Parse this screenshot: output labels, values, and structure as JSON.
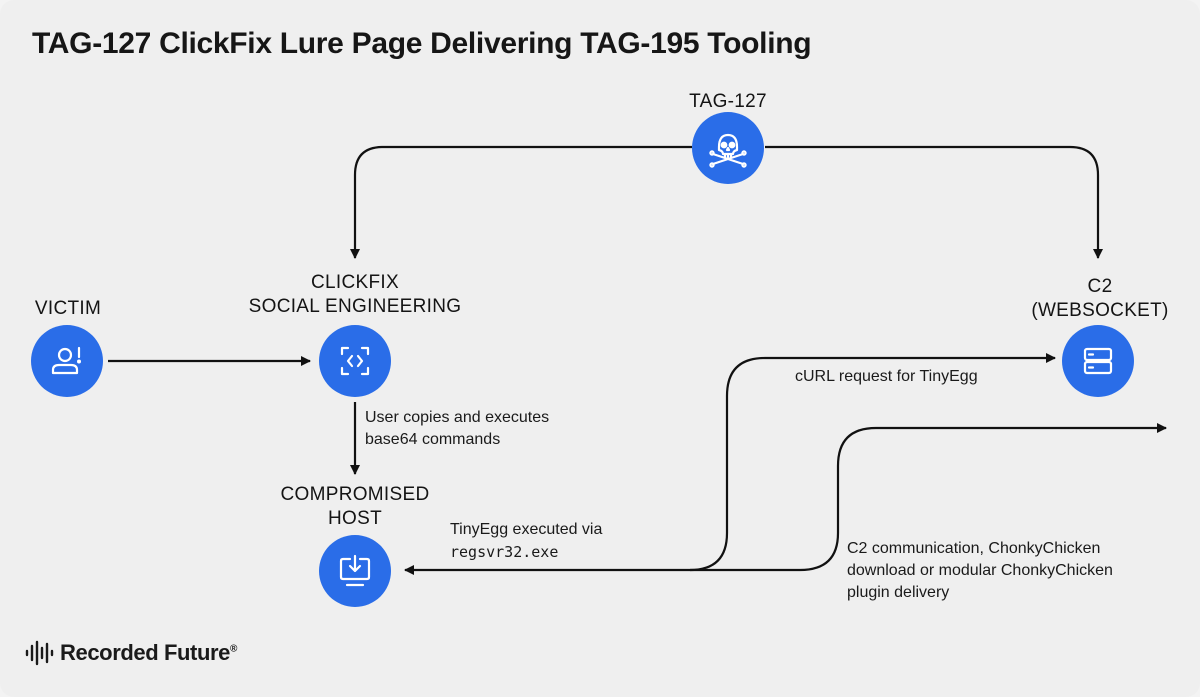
{
  "title": "TAG-127 ClickFix Lure Page Delivering TAG-195 Tooling",
  "colors": {
    "node": "#2a6de8",
    "line": "#111111",
    "background": "#efefef"
  },
  "nodes": {
    "tag127": {
      "label": "TAG-127",
      "icon": "skull-crossbones-icon"
    },
    "victim": {
      "label": "VICTIM",
      "icon": "user-alert-icon"
    },
    "clickfix": {
      "label_line1": "CLICKFIX",
      "label_line2": "SOCIAL ENGINEERING",
      "icon": "code-brackets-icon"
    },
    "host": {
      "label_line1": "COMPROMISED",
      "label_line2": "HOST",
      "icon": "monitor-download-icon"
    },
    "c2": {
      "label_line1": "C2",
      "label_line2": "(WEBSOCKET)",
      "icon": "server-icon"
    }
  },
  "edges": {
    "user_copies_line1": "User copies and executes",
    "user_copies_line2": "base64 commands",
    "curl_request": "cURL request for TinyEgg",
    "tinyegg_line1": "TinyEgg executed via",
    "tinyegg_line2": "regsvr32.exe",
    "c2_comm_line1": "C2 communication, ChonkyChicken",
    "c2_comm_line2": "download or modular ChonkyChicken",
    "c2_comm_line3": "plugin delivery"
  },
  "brand": {
    "name": "Recorded Future",
    "mark": "®"
  }
}
